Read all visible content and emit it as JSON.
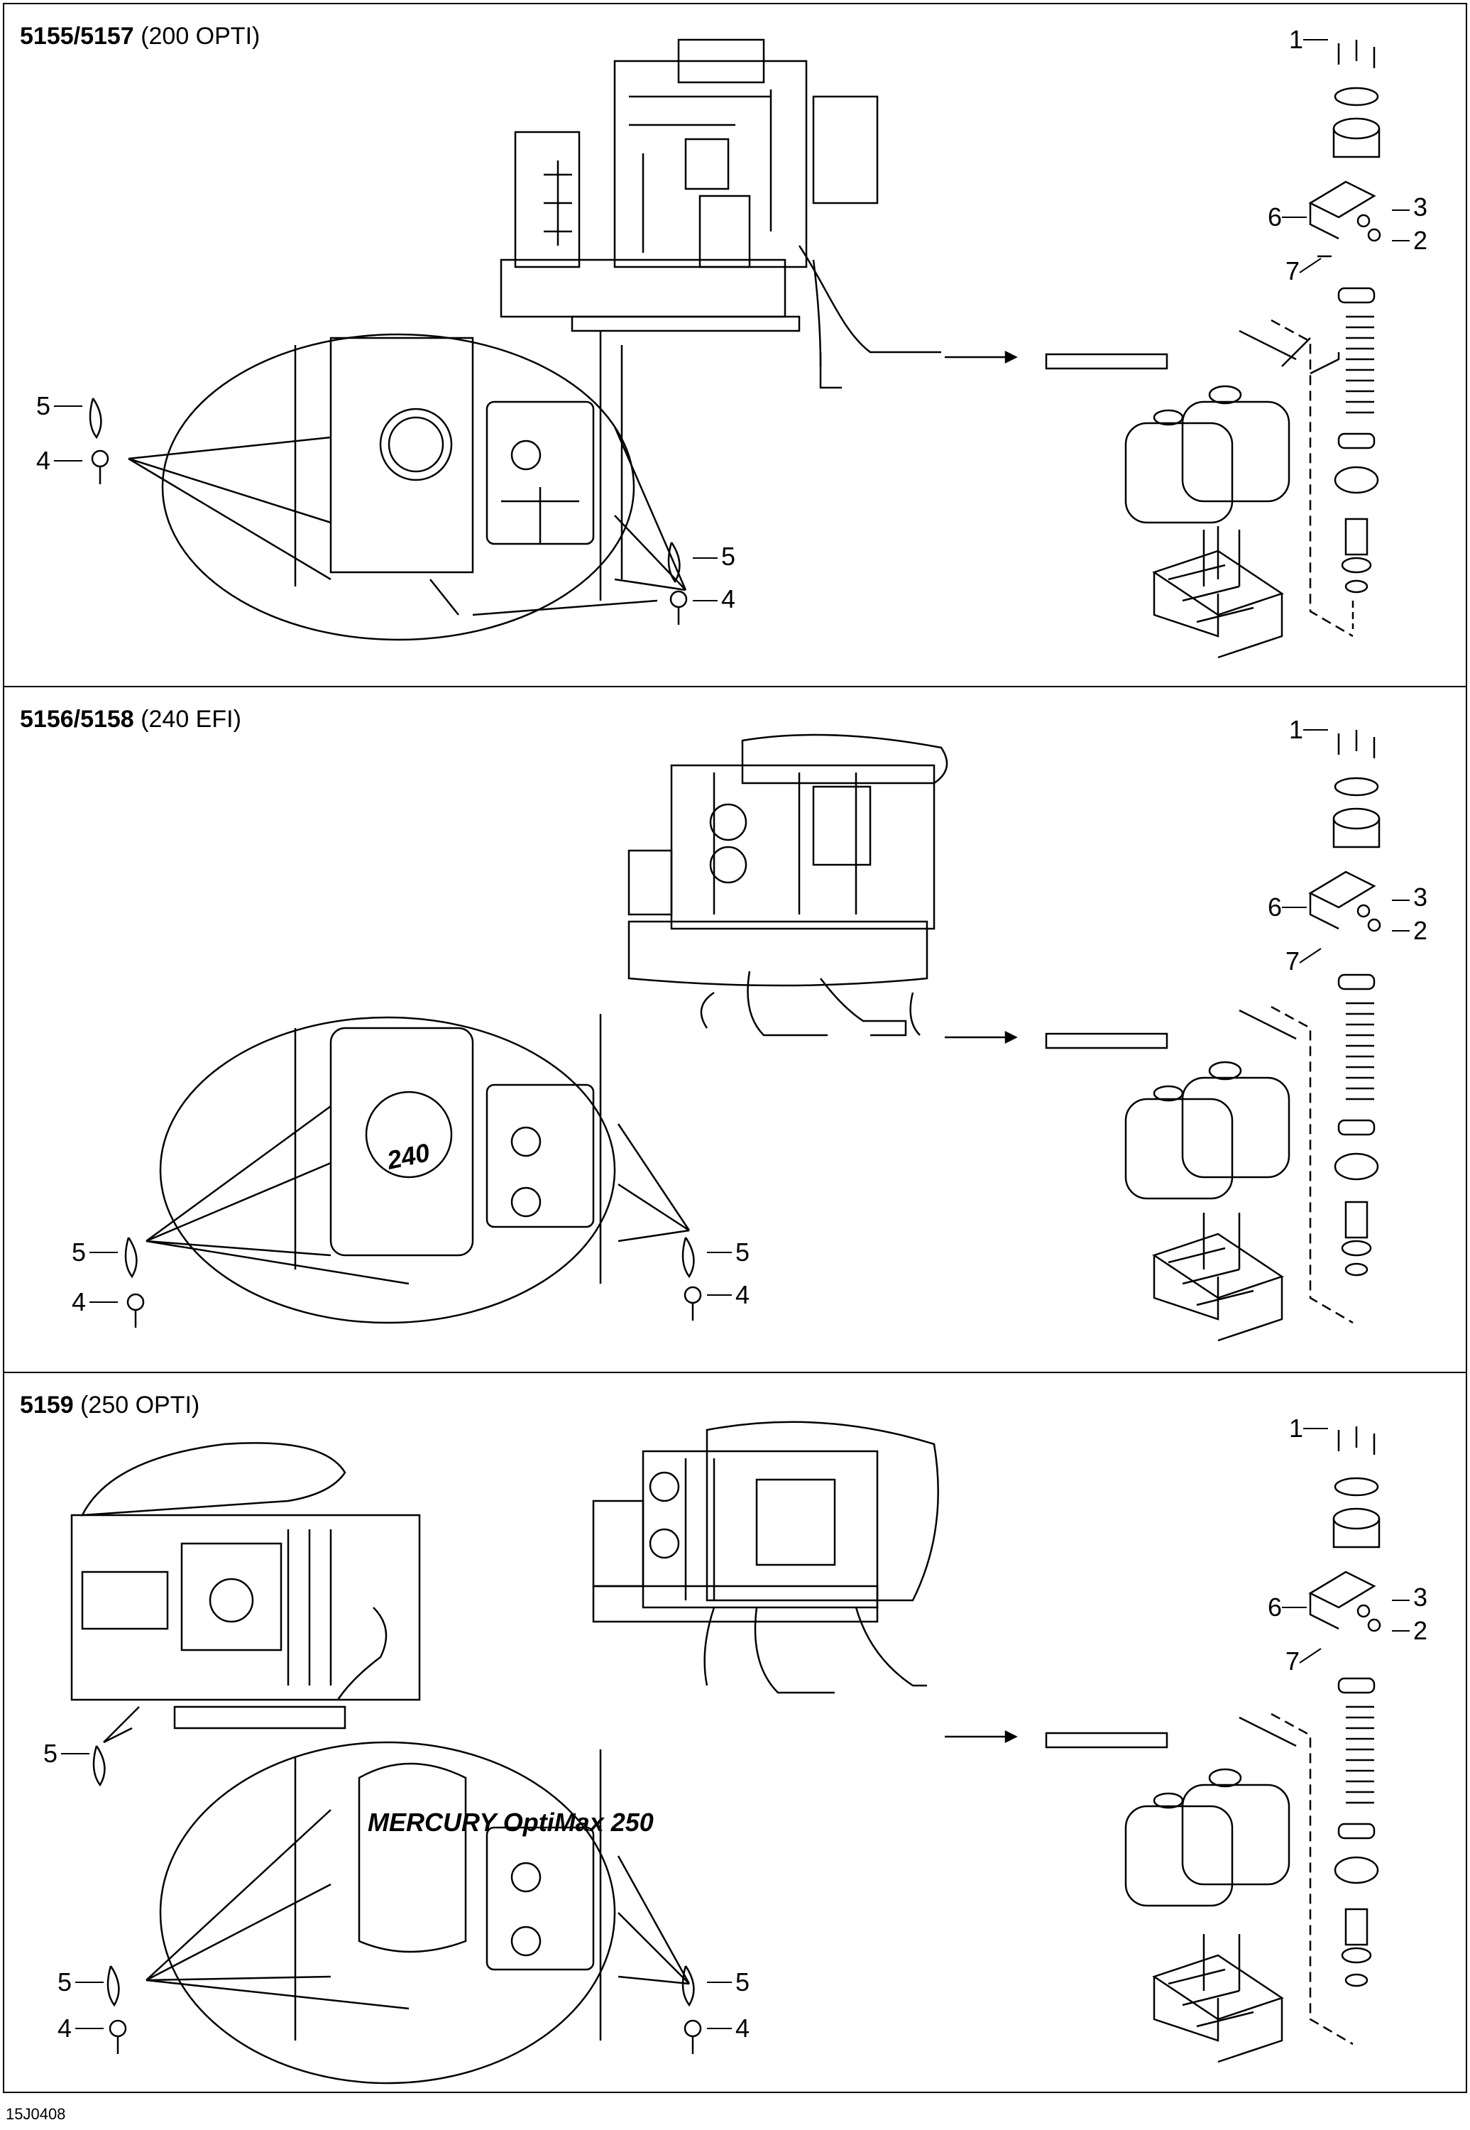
{
  "panels": [
    {
      "model": "5155/5157",
      "engine": "(200 OPTI)"
    },
    {
      "model": "5156/5158",
      "engine": "(240 EFI)"
    },
    {
      "model": "5159",
      "engine": "(250 OPTI)"
    }
  ],
  "callouts": {
    "c1": "1",
    "c2": "2",
    "c3": "3",
    "c4": "4",
    "c5": "5",
    "c6": "6",
    "c7": "7"
  },
  "engine_badges": {
    "p2": "240",
    "p3": "MERCURY OptiMax 250"
  },
  "footer": "15J0408"
}
